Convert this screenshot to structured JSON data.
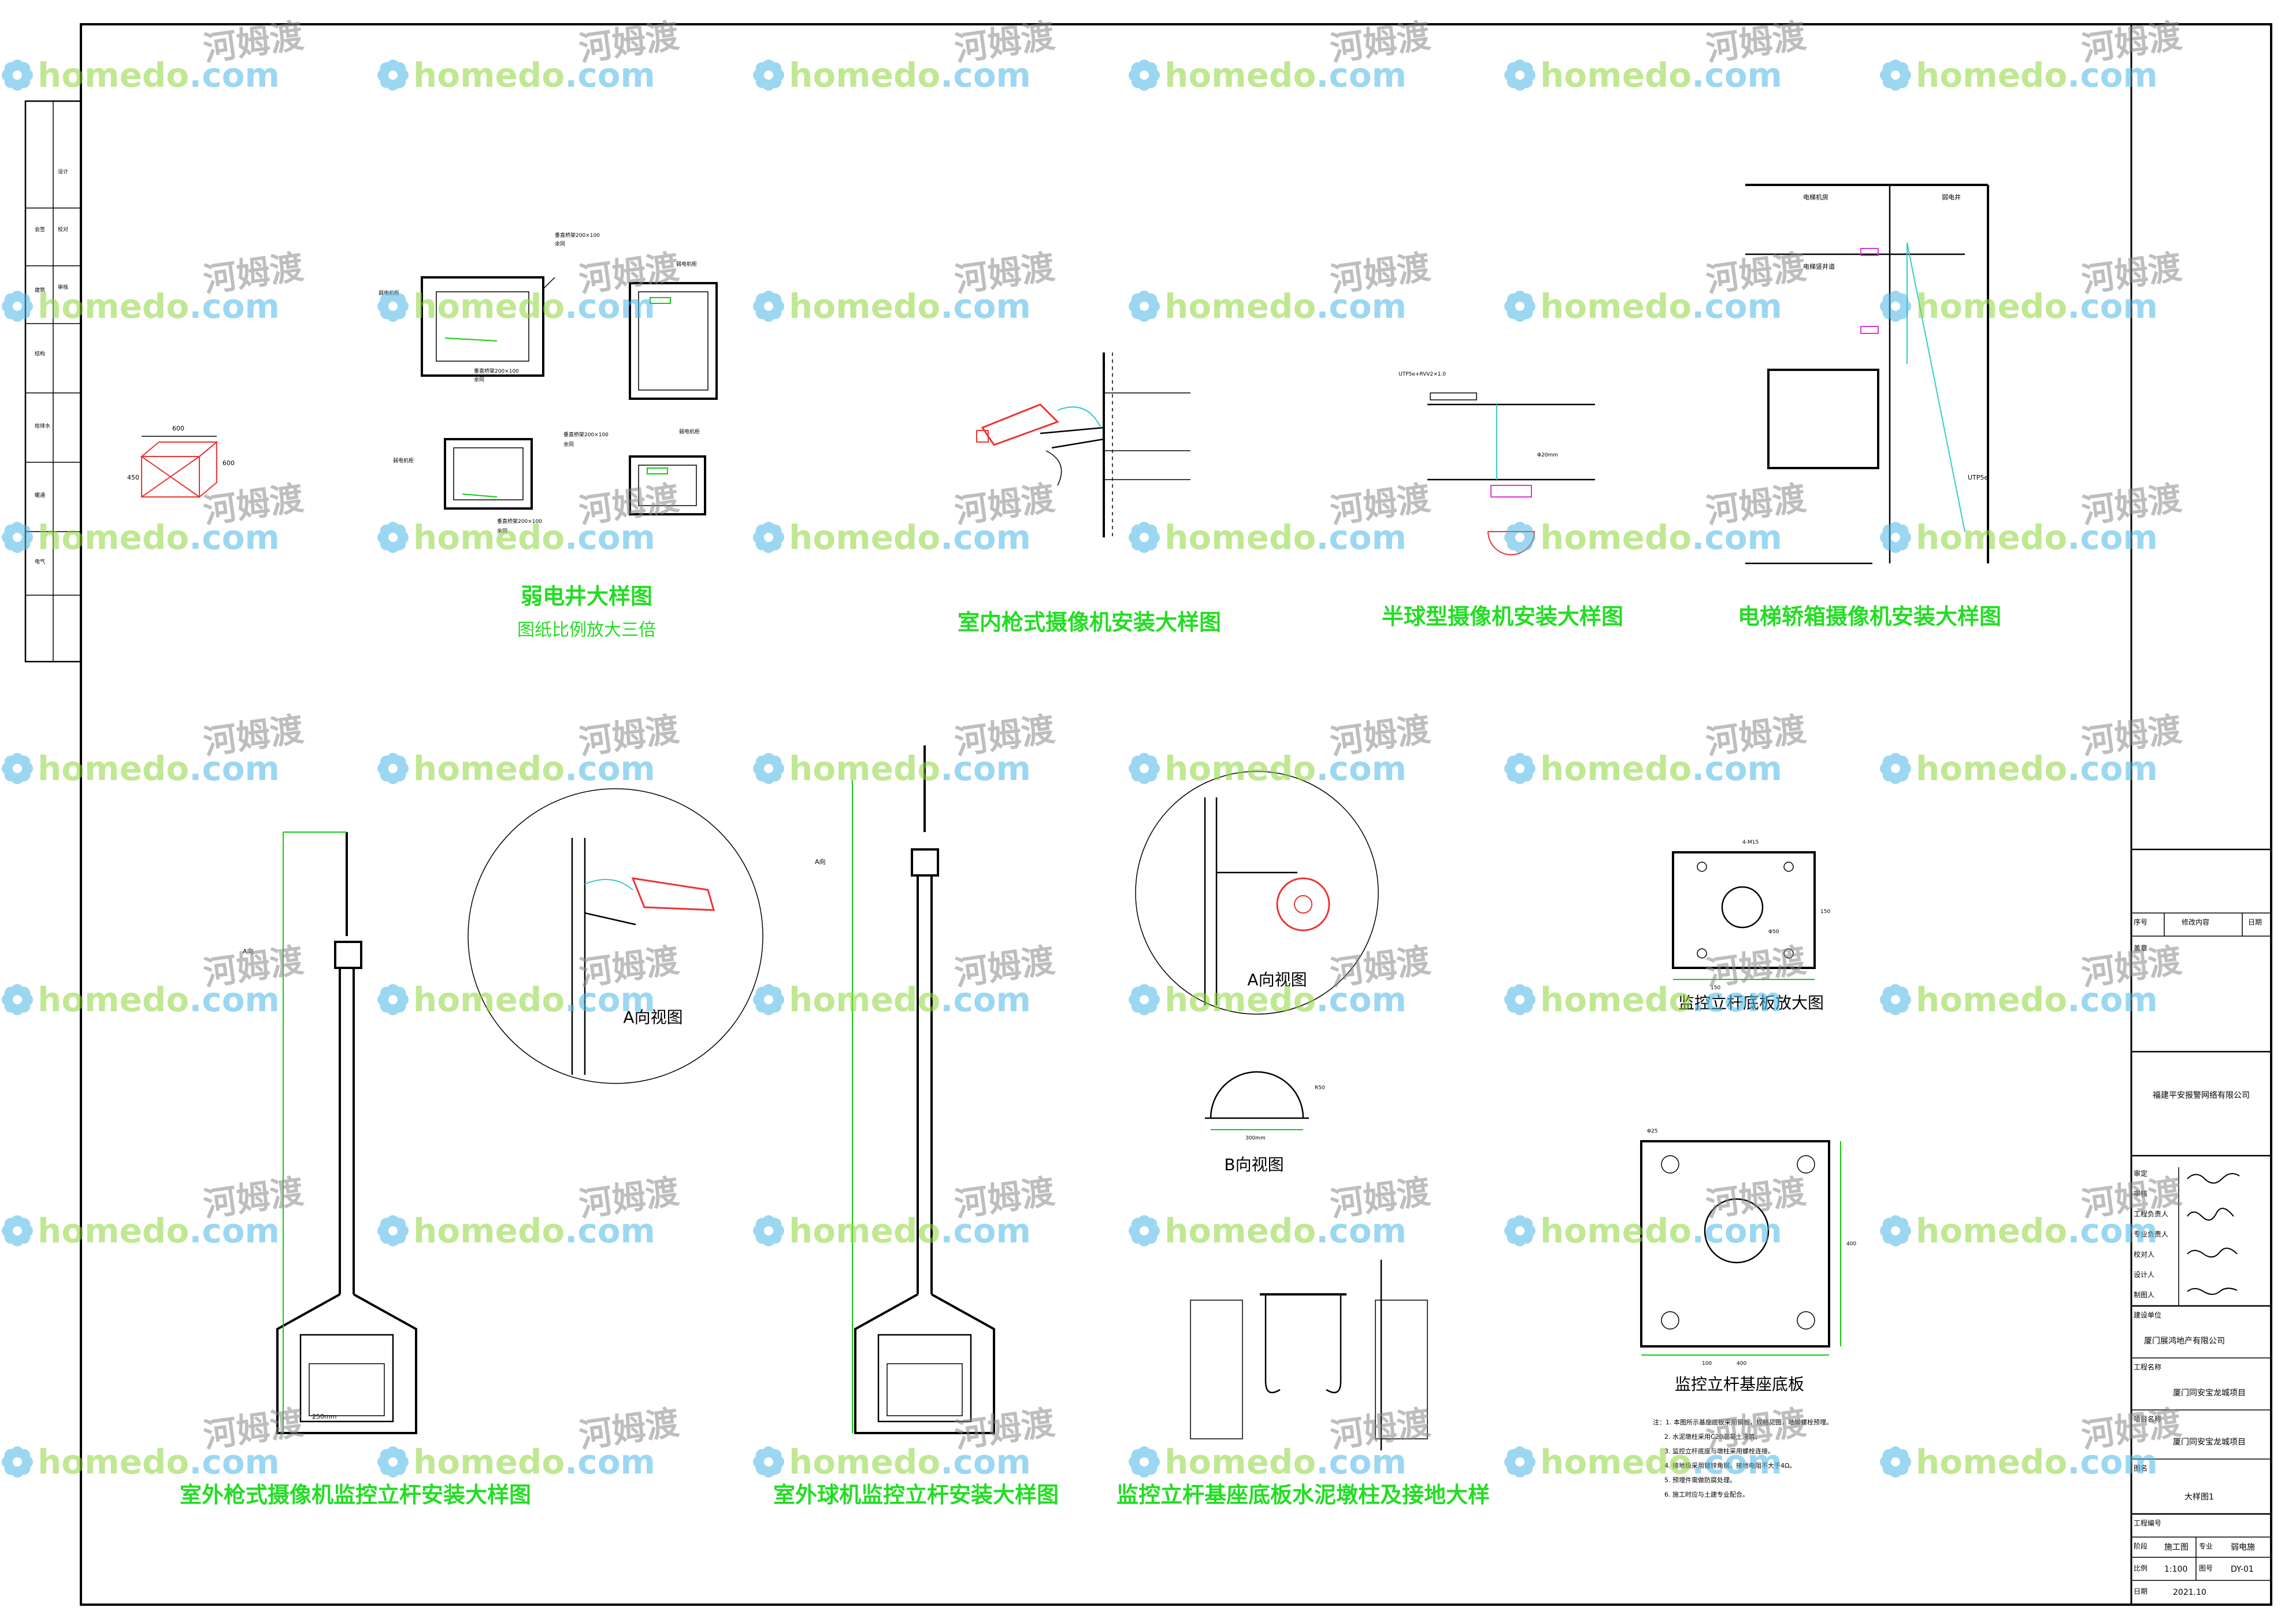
{
  "details": {
    "shaft": {
      "title": "弱电井大样图",
      "subtitle": "图纸比例放大三倍",
      "labels": [
        "垂直桥架200×100",
        "余同",
        "弱电机柜",
        "弱电机柜",
        "垂直桥架200×100",
        "余同",
        "弱电机柜",
        "弱电机柜",
        "垂直桥架200×100",
        "余同",
        "垂直桥架200×100",
        "余同"
      ]
    },
    "box": {
      "dims": [
        "600",
        "450",
        "600"
      ]
    },
    "indoor_gun": {
      "title": "室内枪式摄像机安装大样图"
    },
    "dome": {
      "title": "半球型摄像机安装大样图",
      "labels": [
        "UTP5e+RVV2×1.0",
        "Φ20mm"
      ]
    },
    "elevator": {
      "title": "电梯轿箱摄像机安装大样图",
      "labels": [
        "电梯机房",
        "弱电井",
        "电梯竖井道",
        "UTP5e"
      ]
    },
    "outdoor_gun_pole": {
      "title": "室外枪式摄像机监控立杆安装大样图",
      "labels": [
        "250mm",
        "A向"
      ]
    },
    "view_a_left": {
      "title": "A向视图"
    },
    "outdoor_dome_pole": {
      "title": "室外球机监控立杆安装大样图",
      "labels": [
        "A向"
      ]
    },
    "view_a_right": {
      "title": "A向视图"
    },
    "view_b": {
      "title": "B向视图",
      "labels": [
        "R50",
        "300mm"
      ]
    },
    "base_plate_zoom": {
      "title": "监控立杆底板放大图",
      "labels": [
        "Φ50",
        "4-M15",
        "150",
        "150"
      ]
    },
    "pier": {
      "title": "监控立杆基座底板水泥墩柱及接地大样"
    },
    "base_plate": {
      "title": "监控立杆基座底板",
      "labels": [
        "Φ25",
        "100",
        "400",
        "400"
      ]
    }
  },
  "title_block": {
    "company": "福建平安报警网络有限公司",
    "seq_header": "序号",
    "rev_header": "修改内容",
    "date_header": "日期",
    "seal_label": "盖章",
    "roles": [
      "审定",
      "审核",
      "工程负责人",
      "专业负责人",
      "校对人",
      "设计人",
      "制图人"
    ],
    "client_label": "建设单位",
    "client": "厦门展鸿地产有限公司",
    "project_label": "工程名称",
    "project": "厦门同安宝龙城项目",
    "item_label": "项目名称",
    "item": "厦门同安宝龙城项目",
    "drawing_title_label": "图名",
    "drawing_title": "大样图1",
    "job_no_label": "工程编号",
    "stage_label": "阶段",
    "stage": "施工图",
    "discipline_label": "专业",
    "discipline": "弱电施",
    "scale_label": "比例",
    "scale": "1:100",
    "drawing_no_label": "图号",
    "drawing_no": "DY-01",
    "date_label": "日期",
    "date": "2021.10"
  },
  "left_strip": {
    "labels": [
      "会签",
      "建筑",
      "结构",
      "给排水",
      "暖通",
      "电气",
      "设计",
      "校对",
      "审核"
    ]
  },
  "notes": [
    "注：1. 本图所示基座底板采用钢板，规格见图，地脚螺栓预埋。",
    "2. 水泥墩柱采用C20混凝土浇筑。",
    "3. 监控立杆底座与墩柱采用螺栓连接。",
    "4. 接地极采用镀锌角钢，接地电阻不大于4Ω。",
    "5. 预埋件需做防腐处理。",
    "6. 施工时应与土建专业配合。"
  ],
  "watermark": {
    "brand": "homedo",
    "domain_suffix": ".com",
    "cn": "河姆渡"
  },
  "colors": {
    "title": "#22dd22",
    "cable": "#33cccc",
    "camera": "#ee3333",
    "watermark_blue": "#4db8e8",
    "watermark_green": "#8dd63b"
  }
}
